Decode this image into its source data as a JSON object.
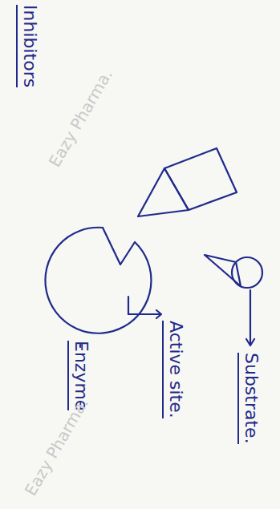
{
  "diagram": {
    "labels": [
      "Inhibitors",
      "Substrate.",
      "Active site.",
      "Enzyme",
      "Eazy Pharma.",
      "Eazy Pharma."
    ]
  }
}
